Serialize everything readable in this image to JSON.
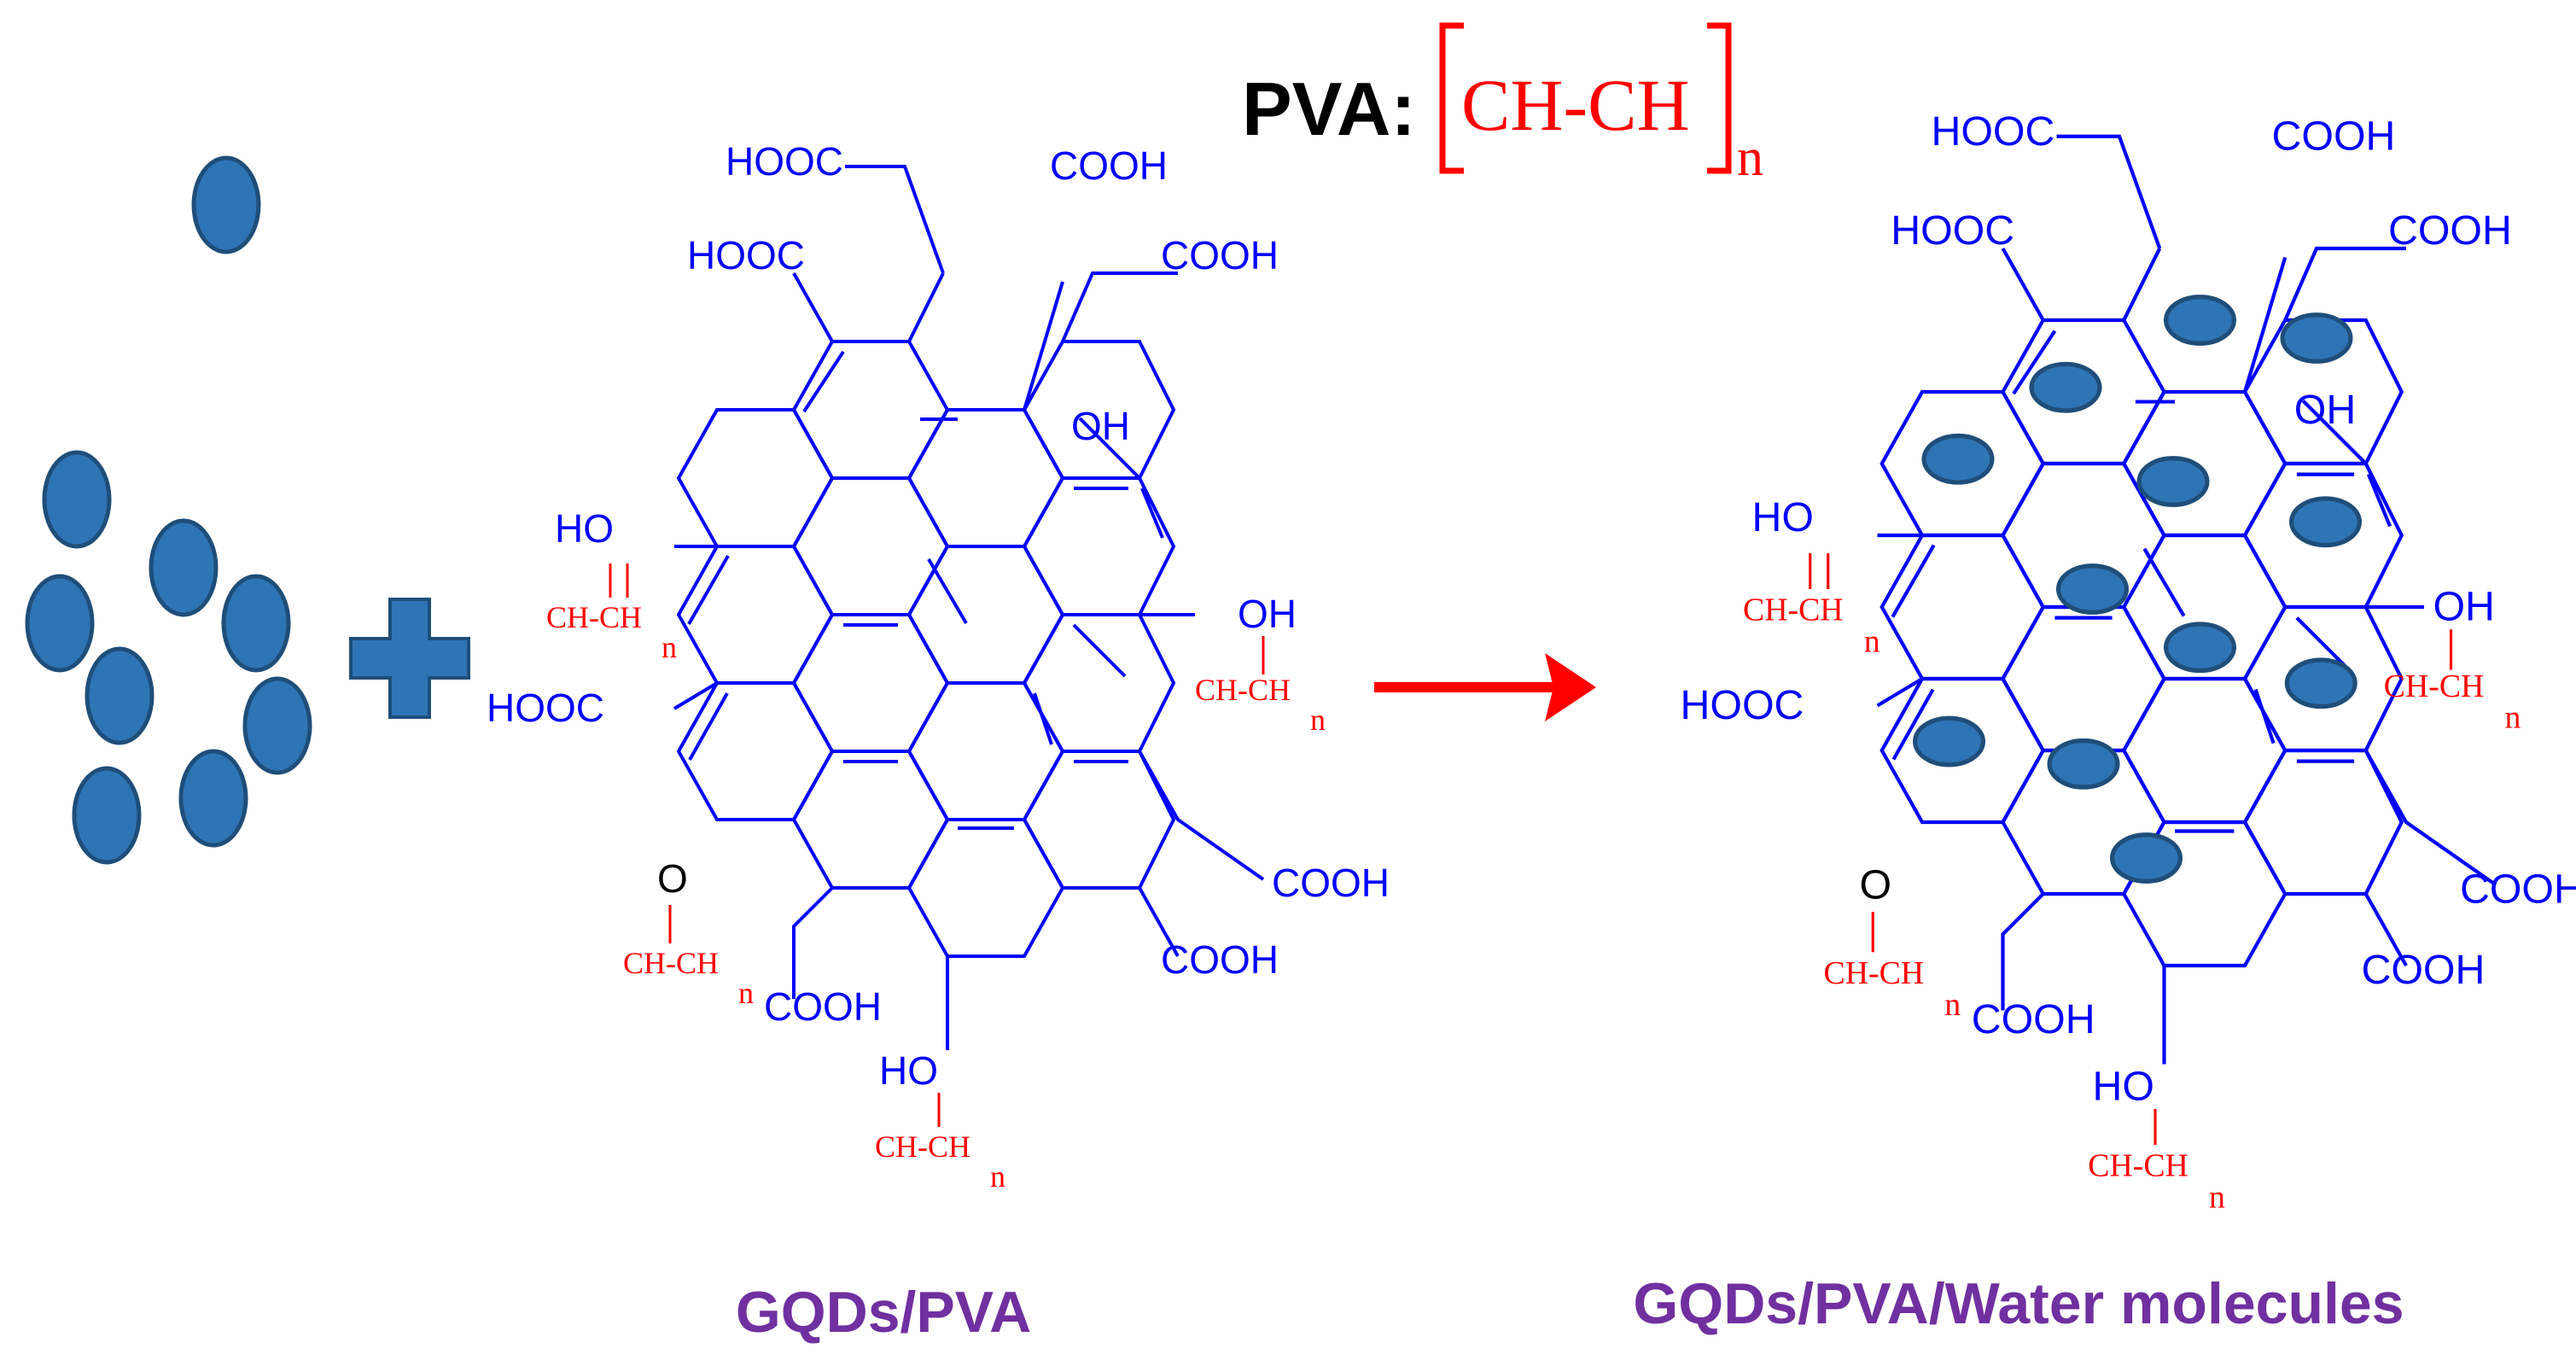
{
  "formula": {
    "label": "PVA:",
    "repeat_unit": "CH-CH",
    "subscript": "n"
  },
  "labels": {
    "hooc": "HOOC",
    "cooh": "COOH",
    "oh_right": "OH",
    "ho_left": "HO",
    "ether_o": "O",
    "pva_unit": "CH-CH",
    "pva_sub": "n"
  },
  "captions": {
    "left": "GQDs/PVA",
    "right": "GQDs/PVA/Water molecules"
  },
  "colors": {
    "structure": "#0000ff",
    "pva": "#ff0000",
    "water": "#2e75b6",
    "caption": "#7030a0",
    "arrow": "#ff0000",
    "plus": "#2e75b6"
  }
}
